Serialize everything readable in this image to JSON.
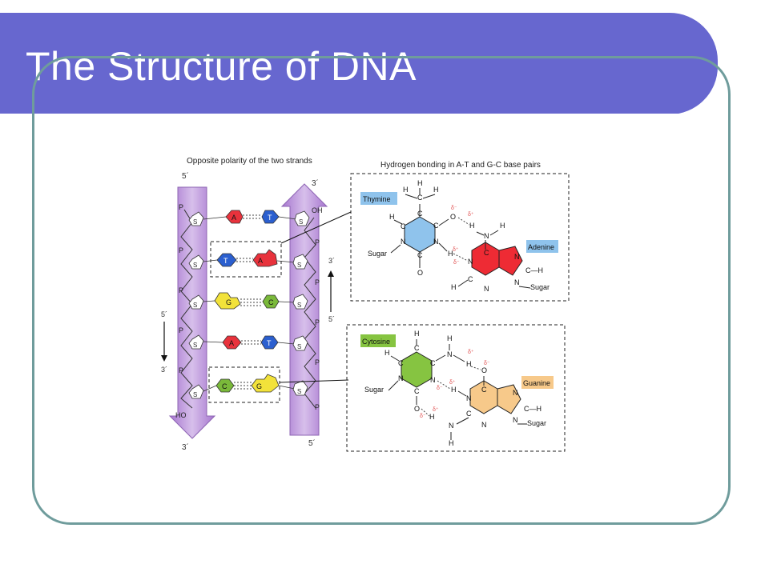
{
  "slide": {
    "title": "The Structure of DNA"
  },
  "figure": {
    "left_heading": "Opposite polarity of the two strands",
    "right_heading": "Hydrogen bonding in A-T and G-C base pairs",
    "strand_left": {
      "top_end": "5´",
      "bottom_end": "3´",
      "bottom_label": "HO"
    },
    "strand_right": {
      "top_end": "3´",
      "bottom_end": "5´",
      "top_label": "OH"
    },
    "direction_left": {
      "top": "5´",
      "bottom": "3´"
    },
    "direction_right": {
      "top": "3´",
      "bottom": "5´"
    },
    "sugar_label": "S",
    "phosphate_label": "P",
    "base_pairs": [
      {
        "left": "A",
        "right": "T"
      },
      {
        "left": "T",
        "right": "A"
      },
      {
        "left": "G",
        "right": "C"
      },
      {
        "left": "A",
        "right": "T"
      },
      {
        "left": "C",
        "right": "G"
      }
    ],
    "bases": {
      "thymine": "Thymine",
      "adenine": "Adenine",
      "cytosine": "Cytosine",
      "guanine": "Guanine"
    },
    "atoms": {
      "sugar": "Sugar",
      "H": "H",
      "C": "C",
      "N": "N",
      "O": "O",
      "CH": "C—H",
      "NH": "N—H"
    },
    "delta_pos": "δ⁺",
    "delta_neg": "δ⁻",
    "colors": {
      "title_bar": "#6767cf",
      "frame": "#6f9c9c",
      "strand": "#b98ed6",
      "A": "#e8323c",
      "T": "#2b5fcf",
      "G": "#f2e23a",
      "C": "#7ab93a",
      "thymine_fill": "#8fc3ec",
      "adenine_fill": "#ee2b34",
      "cytosine_fill": "#86c441",
      "guanine_fill": "#f7c98a"
    }
  }
}
